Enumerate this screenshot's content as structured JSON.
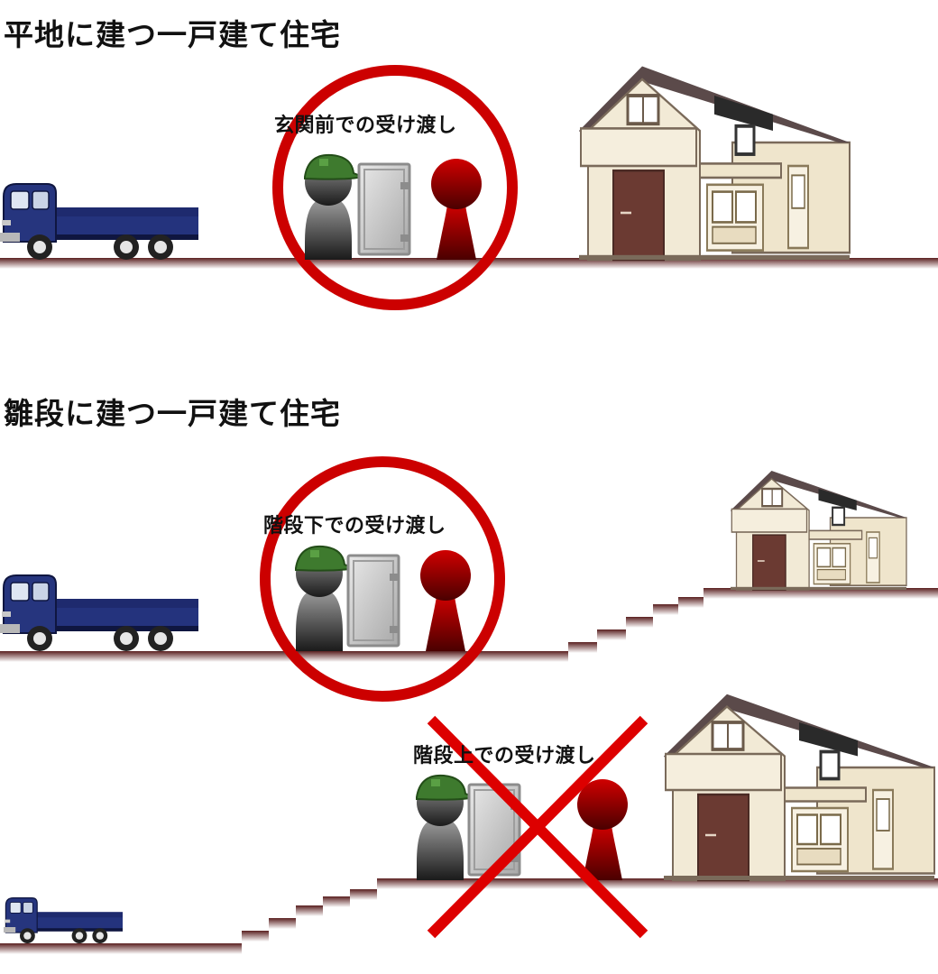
{
  "sections": [
    {
      "title": "平地に建つ一戸建て住宅",
      "caption": "玄関前での受け渡し",
      "verdict": "ok"
    },
    {
      "title": "雛段に建つ一戸建て住宅",
      "scenarios": [
        {
          "caption": "階段下での受け渡し",
          "verdict": "ok"
        },
        {
          "caption": "階段上での受け渡し",
          "verdict": "ng"
        }
      ]
    }
  ],
  "colors": {
    "ok_mark": "#cc0000",
    "ng_mark": "#dd0000",
    "truck": "#1e2a6e",
    "ground": "#6b2a2a",
    "courier_cap": "#3e7a2e",
    "recipient": "#b00000",
    "house_wall": "#f2ead6",
    "house_roof": "#5b4a4a",
    "door": "#6b3a32"
  },
  "icons": [
    "truck-icon",
    "courier-icon",
    "recipient-icon",
    "package-icon",
    "house-icon",
    "ok-circle-icon",
    "ng-cross-icon",
    "stairs-icon"
  ]
}
